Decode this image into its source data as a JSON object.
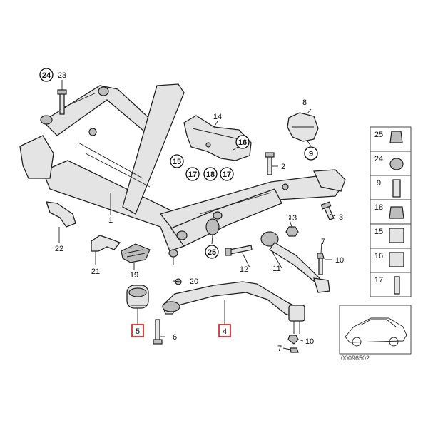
{
  "callouts": {
    "n1": "1",
    "n2": "2",
    "n3": "3",
    "n4": "4",
    "n5": "5",
    "n6": "6",
    "n7a": "7",
    "n7b": "7",
    "n8": "8",
    "n9": "9",
    "n10a": "10",
    "n10b": "10",
    "n11": "11",
    "n12": "12",
    "n13": "13",
    "n14": "14",
    "n15": "15",
    "n16": "16",
    "n17a": "17",
    "n17b": "17",
    "n18": "18",
    "n19": "19",
    "n20": "20",
    "n21": "21",
    "n22": "22",
    "n23": "23",
    "n24": "24",
    "n25": "25"
  },
  "side_panel": {
    "items": [
      "25",
      "24",
      "9",
      "18",
      "15",
      "16",
      "17"
    ]
  },
  "diagram_code": "00096502",
  "highlight_color": "#d11111"
}
